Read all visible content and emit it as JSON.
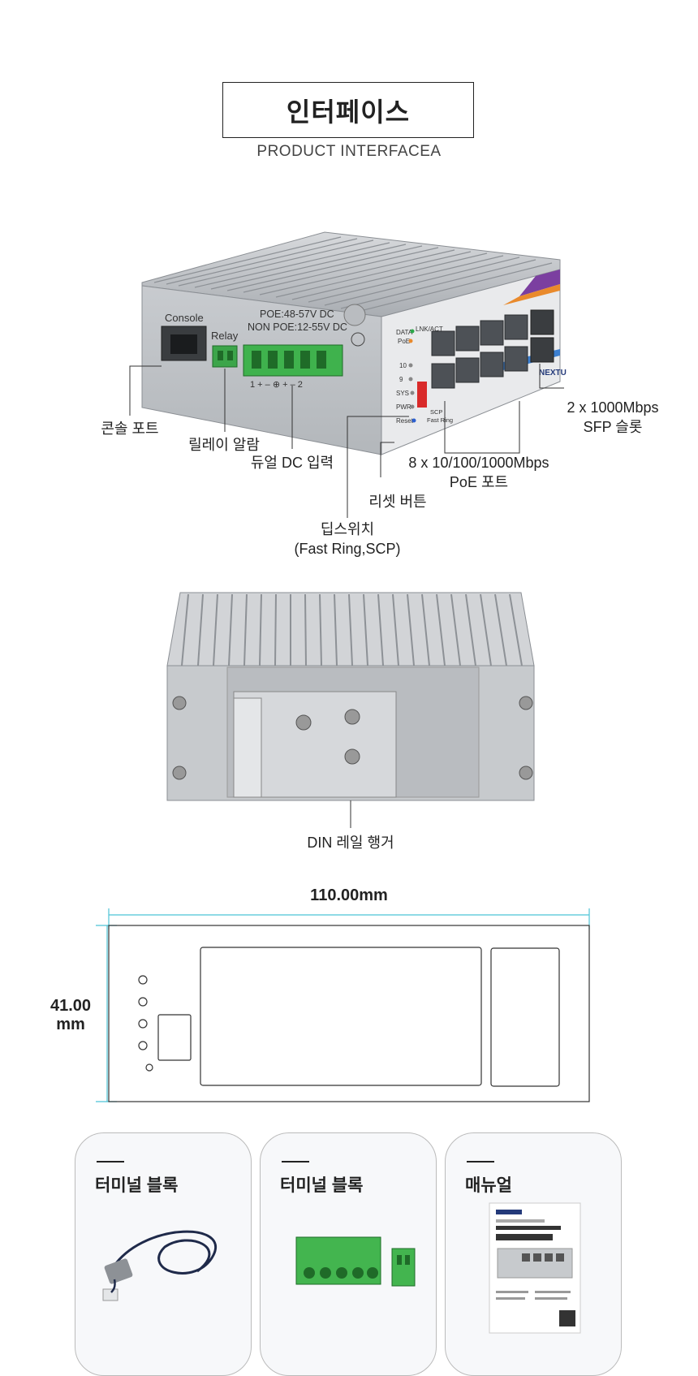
{
  "header": {
    "title": "인터페이스",
    "subtitle": "PRODUCT INTERFACEA"
  },
  "device_front": {
    "console": "Console",
    "relay": "Relay",
    "poe_voltage": "POE:48-57V DC",
    "non_poe_voltage": "NON POE:12-55V DC",
    "power_pins": "1 + – ⊕ + – 2",
    "led_labels": [
      "DATA",
      "LNK/ACT",
      "PoE",
      "10",
      "9",
      "SYS",
      "PWR",
      "Reset"
    ],
    "dip_labels": [
      "SCP",
      "Fast Ring"
    ],
    "brand": "NEXTU"
  },
  "callouts": {
    "console_port": "콘솔 포트",
    "relay_alarm": "릴레이 알람",
    "dual_dc": "듀얼 DC 입력",
    "sfp_line1": "2 x 1000Mbps",
    "sfp_line2": "SFP 슬롯",
    "poe_line1": "8 x 10/100/1000Mbps",
    "poe_line2": "PoE 포트",
    "reset": "리셋 버튼",
    "dip_line1": "딥스위치",
    "dip_line2": "(Fast Ring,SCP)",
    "din": "DIN 레일 행거"
  },
  "dimensions": {
    "width": "110.00mm",
    "height_value": "41.00",
    "height_unit": "mm"
  },
  "accessories": [
    {
      "title": "터미널 블록"
    },
    {
      "title": "터미널 블록"
    },
    {
      "title": "매뉴얼"
    }
  ]
}
